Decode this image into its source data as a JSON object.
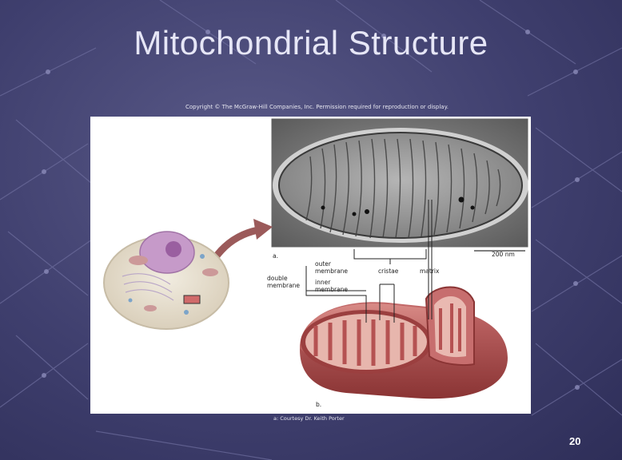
{
  "slide": {
    "title": "Mitochondrial Structure",
    "copyright": "Copyright © The McGraw-Hill Companies, Inc. Permission required for reproduction or display.",
    "credit": "a: Courtesy Dr. Keith Porter",
    "page_number": "20"
  },
  "figure": {
    "label_a": "a.",
    "label_b": "b.",
    "scale_bar": "200 nm",
    "double_membrane": "double\nmembrane",
    "outer_membrane": "outer\nmembrane",
    "inner_membrane": "inner\nmembrane",
    "cristae": "cristae",
    "matrix": "matrix"
  }
}
